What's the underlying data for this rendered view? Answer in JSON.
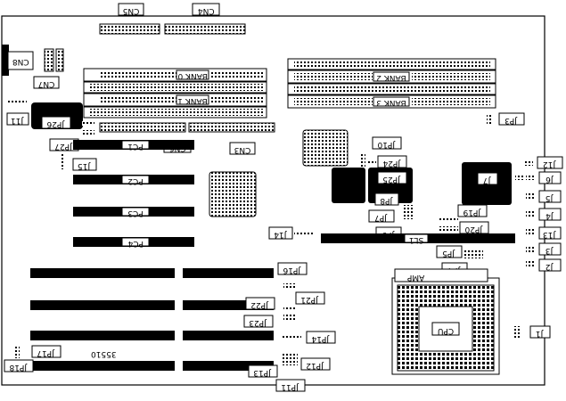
{
  "diagram": {
    "board_part_number": "35510",
    "connectors": {
      "cn1": "CN5",
      "cn2": "CN4",
      "cn3": "CN8",
      "cn4": "CN7",
      "cn5": "CN6",
      "cn6": "CN3"
    },
    "memory_banks": {
      "bank0": "BANK 0",
      "bank1": "BANK 1",
      "bank2": "BANK 2",
      "bank3": "BANK 3"
    },
    "slots": {
      "pc1": "PC1",
      "pc2": "PC2",
      "pc3": "PC3",
      "pc4": "PC4",
      "sl1": "SL1"
    },
    "cpu": {
      "socket_brand": "AMP",
      "label": "CPU"
    },
    "jumpers_left": {
      "j11": "J11",
      "jp26": "JP26",
      "jp27": "JP27",
      "j15": "J15",
      "jp17": "JP17",
      "jp18": "JP18"
    },
    "jumpers_center": {
      "jp10": "JP10",
      "jp24": "JP24",
      "jp25": "JP25",
      "jp8": "JP8",
      "jp7": "JP7",
      "jp9": "JP9",
      "j14": "J14",
      "jp19": "JP19",
      "jp20": "JP20",
      "jp5": "JP5",
      "jp4": "JP4",
      "jp16": "JP16",
      "jp21": "JP21",
      "jp22": "JP22",
      "jp23": "JP23",
      "jp14": "JP14",
      "jp12": "JP12",
      "jp13": "JP13",
      "jp11": "JP11"
    },
    "jumpers_right": {
      "jp3": "JP3",
      "j12": "J12",
      "j6": "J6",
      "j7": "J7",
      "j5": "J5",
      "j4": "J4",
      "j13": "J13",
      "j3": "J3",
      "j2": "J2",
      "j1": "J1"
    }
  }
}
